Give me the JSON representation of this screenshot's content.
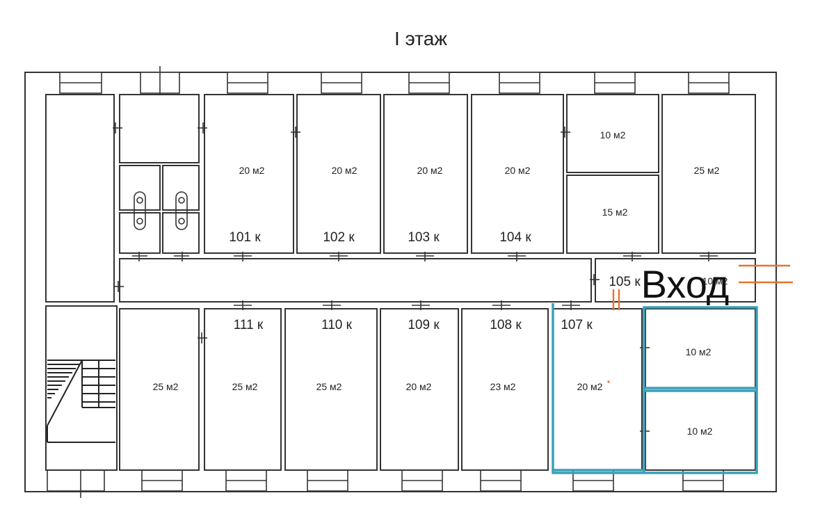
{
  "title": "I этаж",
  "entrance_label": "Вход",
  "highlight_color": "#3aa0b8",
  "entrance_marker_color": "#e8742b",
  "rooms_top": [
    {
      "number": "101 к",
      "area": "20 м2"
    },
    {
      "number": "102 к",
      "area": "20 м2"
    },
    {
      "number": "103 к",
      "area": "20 м2"
    },
    {
      "number": "104 к",
      "area": "20 м2"
    }
  ],
  "rooms_top_unnumbered": [
    {
      "area": "10 м2"
    },
    {
      "area": "15 м2"
    },
    {
      "area": "25 м2"
    }
  ],
  "room_105": {
    "number": "105 к",
    "area": "10 м2"
  },
  "rooms_bottom": [
    {
      "number": "111 к",
      "area": "25 м2"
    },
    {
      "number": "110 к",
      "area": "25 м2"
    },
    {
      "number": "109 к",
      "area": "20 м2"
    },
    {
      "number": "108 к",
      "area": "23 м2"
    },
    {
      "number": "107 к",
      "area": "20 м2"
    }
  ],
  "rooms_bottom_unnumbered": [
    {
      "area": "25 м2"
    },
    {
      "area": "10 м2"
    },
    {
      "area": "10 м2"
    }
  ]
}
